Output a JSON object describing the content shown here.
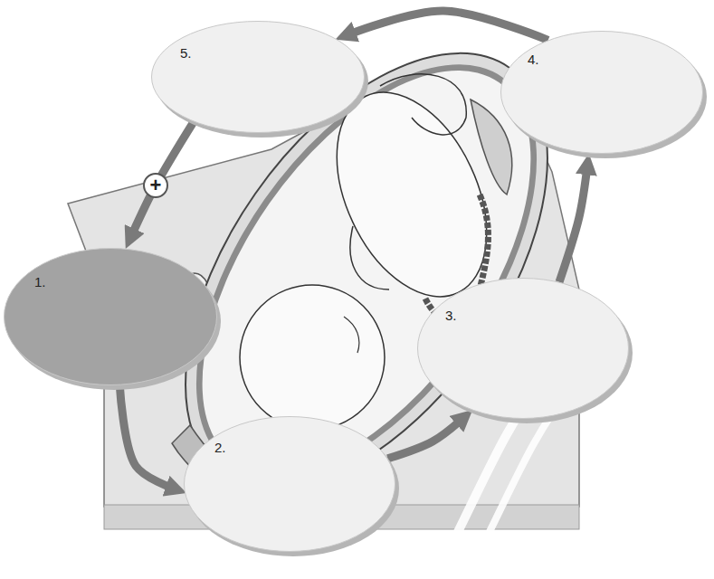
{
  "diagram": {
    "nodes": [
      {
        "text": [
          "1."
        ]
      },
      {
        "text": [
          "2."
        ]
      },
      {
        "text": [
          "3."
        ]
      },
      {
        "text": [
          "4."
        ]
      },
      {
        "text": [
          "5."
        ]
      }
    ],
    "edges": [
      {
        "from": 0,
        "to": 1,
        "arrow": "to"
      },
      {
        "from": 1,
        "to": 2,
        "arrow": "to"
      },
      {
        "from": 2,
        "to": 3,
        "arrow": "to"
      },
      {
        "from": 3,
        "to": 4,
        "arrow": "to"
      },
      {
        "from": 4,
        "to": 0,
        "label": "+",
        "arrow": "to"
      }
    ]
  }
}
